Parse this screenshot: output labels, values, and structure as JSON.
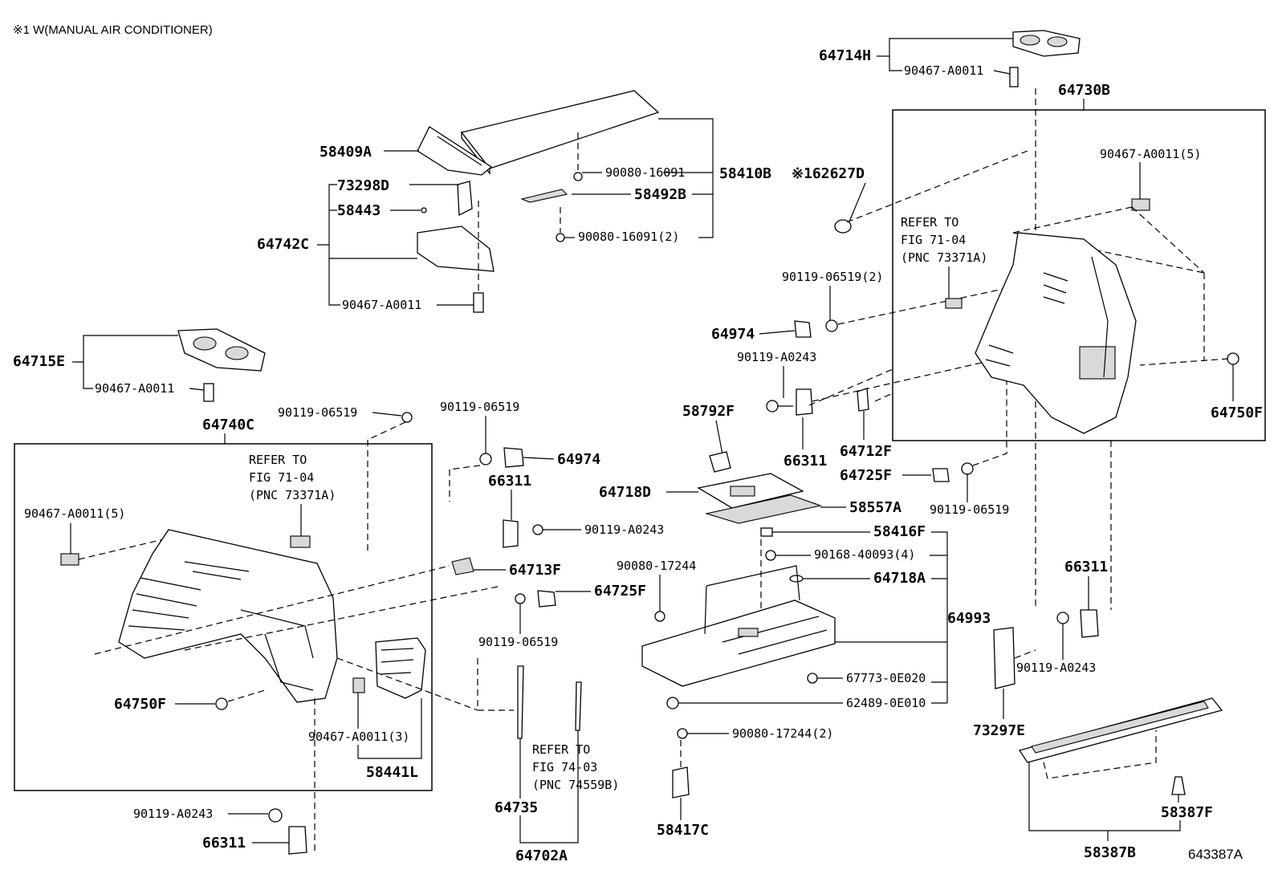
{
  "diagram": {
    "header_note": "※1 W(MANUAL AIR CONDITIONER)",
    "figure_id": "643387A",
    "group_boxes": [
      {
        "id": "left",
        "label": "64740C"
      },
      {
        "id": "right",
        "label": "64730B"
      }
    ],
    "callouts": {
      "c64714H": "64714H",
      "c90467_top_right": "90467-A0011",
      "c58409A": "58409A",
      "c73298D": "73298D",
      "c58443": "58443",
      "c64742C": "64742C",
      "c90467_mid": "90467-A0011",
      "c90080_a": "90080-16091",
      "c58492B": "58492B",
      "c90080_b": "90080-16091(2)",
      "c58410B": "58410B",
      "c62627D": "※162627D",
      "c64715E": "64715E",
      "c90467_left_cup": "90467-A0011",
      "c90119_06519_a": "90119-06519",
      "c90119_06519_b": "90119-06519",
      "c64974_mid": "64974",
      "c66311_mid": "66311",
      "c90119_A0243_mid": "90119-A0243",
      "c64713F": "64713F",
      "c64725F_mid": "64725F",
      "c90119_06519_c": "90119-06519",
      "c90467_5_left": "90467-A0011(5)",
      "c64750F_left": "64750F",
      "c90467_3": "90467-A0011(3)",
      "c58441L": "58441L",
      "c90119_A0243_bot": "90119-A0243",
      "c66311_bot": "66311",
      "c64735": "64735",
      "c64702A": "64702A",
      "c90119_06519_2": "90119-06519(2)",
      "c64974_right": "64974",
      "c90119_A0243_r": "90119-A0243",
      "c58792F": "58792F",
      "c66311_r": "66311",
      "c64712F": "64712F",
      "c64725F_r": "64725F",
      "c90119_06519_d": "90119-06519",
      "c64718D": "64718D",
      "c58557A": "58557A",
      "c58416F": "58416F",
      "c90168": "90168-40093(4)",
      "c64718A": "64718A",
      "c90080_17244": "90080-17244",
      "c64993": "64993",
      "c67773": "67773-0E020",
      "c62489": "62489-0E010",
      "c90080_17244_2": "90080-17244(2)",
      "c58417C": "58417C",
      "c90467_5_right": "90467-A0011(5)",
      "c64750F_right": "64750F",
      "c66311_far": "66311",
      "c90119_A0243_far": "90119-A0243",
      "c73297E": "73297E",
      "c58387F": "58387F",
      "c58387B": "58387B"
    },
    "refer_notes": {
      "left": [
        "REFER TO",
        "FIG 71-04",
        "(PNC 73371A)"
      ],
      "right": [
        "REFER TO",
        "FIG 71-04",
        "(PNC 73371A)"
      ],
      "center": [
        "REFER TO",
        "FIG 74-03",
        "(PNC 74559B)"
      ]
    }
  }
}
